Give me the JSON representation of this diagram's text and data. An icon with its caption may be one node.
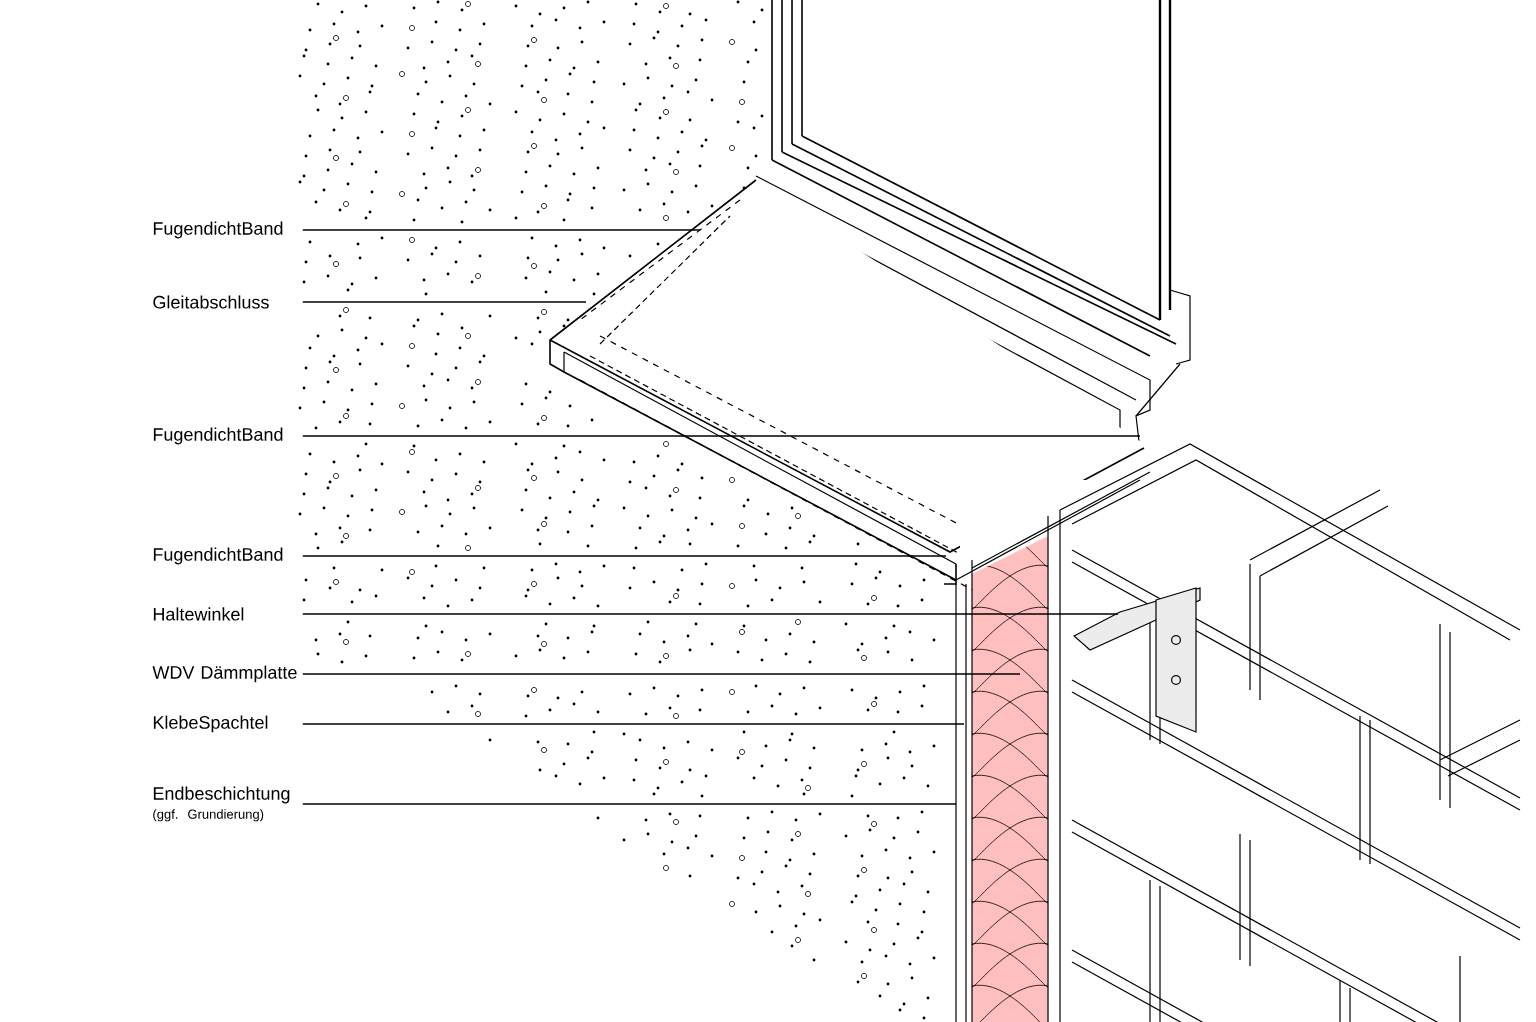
{
  "diagram": {
    "nodes": [
      {
        "text": [
          "FugendichtBand"
        ]
      },
      {
        "text": [
          "Gleitabschluss"
        ]
      },
      {
        "text": [
          "FugendichtBand"
        ]
      },
      {
        "text": [
          "FugendichtBand"
        ]
      },
      {
        "text": [
          "Haltewinkel"
        ]
      },
      {
        "text": [
          "WDV Dämmplatte"
        ]
      },
      {
        "text": [
          "KlebeSpachtel"
        ]
      },
      {
        "text": [
          "Endbeschichtung",
          "(ggf. Grundierung)"
        ]
      }
    ],
    "edges": [
      {
        "from": 0,
        "to": null,
        "arrow": "none"
      },
      {
        "from": 1,
        "to": null,
        "arrow": "none"
      },
      {
        "from": 2,
        "to": null,
        "arrow": "none"
      },
      {
        "from": 3,
        "to": null,
        "arrow": "none"
      },
      {
        "from": 4,
        "to": null,
        "arrow": "none"
      },
      {
        "from": 5,
        "to": null,
        "arrow": "none"
      },
      {
        "from": 6,
        "to": null,
        "arrow": "none"
      },
      {
        "from": 7,
        "to": null,
        "arrow": "none"
      }
    ]
  }
}
